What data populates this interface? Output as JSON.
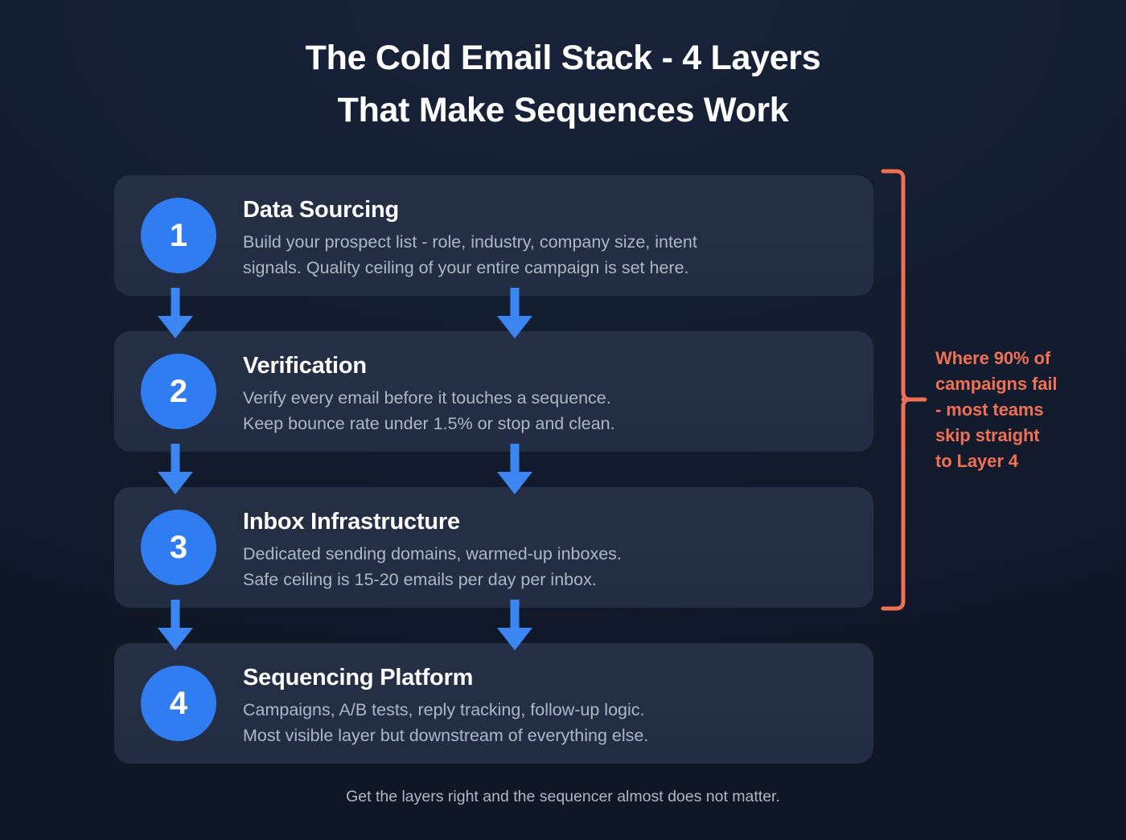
{
  "title": {
    "line1": "The Cold Email Stack - 4 Layers",
    "line2": "That Make Sequences Work"
  },
  "colors": {
    "background": "#131c2e",
    "card": "#253047",
    "badge_blue": "#2f7df0",
    "arrow_blue": "#3b86f2",
    "accent_orange": "#f07055",
    "title_text": "#ffffff",
    "body_text": "#aeb7c6"
  },
  "layers": [
    {
      "number": "1",
      "title": "Data Sourcing",
      "desc_line1": "Build your prospect list - role, industry, company size, intent",
      "desc_line2": "signals. Quality ceiling of your entire campaign is set here."
    },
    {
      "number": "2",
      "title": "Verification",
      "desc_line1": "Verify every email before it touches a sequence.",
      "desc_line2": "Keep bounce rate under 1.5% or stop and clean."
    },
    {
      "number": "3",
      "title": "Inbox Infrastructure",
      "desc_line1": "Dedicated sending domains, warmed-up inboxes.",
      "desc_line2": "Safe ceiling is 15-20 emails per day per inbox."
    },
    {
      "number": "4",
      "title": "Sequencing Platform",
      "desc_line1": "Campaigns, A/B tests, reply tracking, follow-up logic.",
      "desc_line2": "Most visible layer but downstream of everything else."
    }
  ],
  "annotation": {
    "line1": "Where 90% of",
    "line2": "campaigns fail",
    "line3": "- most teams",
    "line4": "skip straight",
    "line5": "to Layer 4"
  },
  "footer": {
    "text": "Get the layers right and the sequencer almost does not matter."
  }
}
